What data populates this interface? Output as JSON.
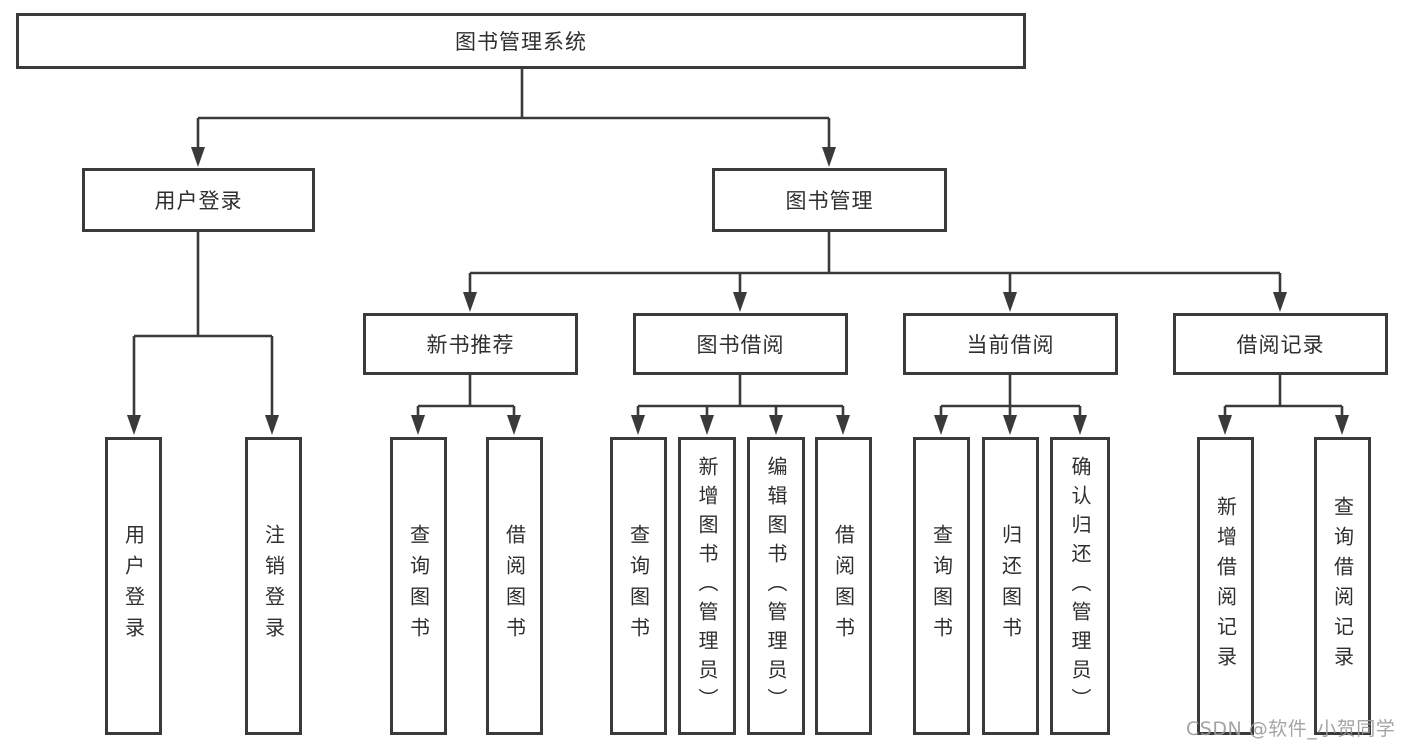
{
  "colors": {
    "line": "#3a3a3a",
    "text": "#2f2f2f",
    "watermark_color": "#9b9b9b",
    "background": "#ffffff"
  },
  "watermark": {
    "text": "CSDN @软件_小贺同学"
  },
  "tree": {
    "label": "图书管理系统",
    "children": [
      {
        "label": "用户登录",
        "children": [
          {
            "label": "用户登录"
          },
          {
            "label": "注销登录"
          }
        ]
      },
      {
        "label": "图书管理",
        "children": [
          {
            "label": "新书推荐",
            "children": [
              {
                "label": "查询图书"
              },
              {
                "label": "借阅图书"
              }
            ]
          },
          {
            "label": "图书借阅",
            "children": [
              {
                "label": "查询图书"
              },
              {
                "label": "新增图书（管理员）"
              },
              {
                "label": "编辑图书（管理员）"
              },
              {
                "label": "借阅图书"
              }
            ]
          },
          {
            "label": "当前借阅",
            "children": [
              {
                "label": "查询图书"
              },
              {
                "label": "归还图书"
              },
              {
                "label": "确认归还（管理员）"
              }
            ]
          },
          {
            "label": "借阅记录",
            "children": [
              {
                "label": "新增借阅记录"
              },
              {
                "label": "查询借阅记录"
              }
            ]
          }
        ]
      }
    ]
  }
}
